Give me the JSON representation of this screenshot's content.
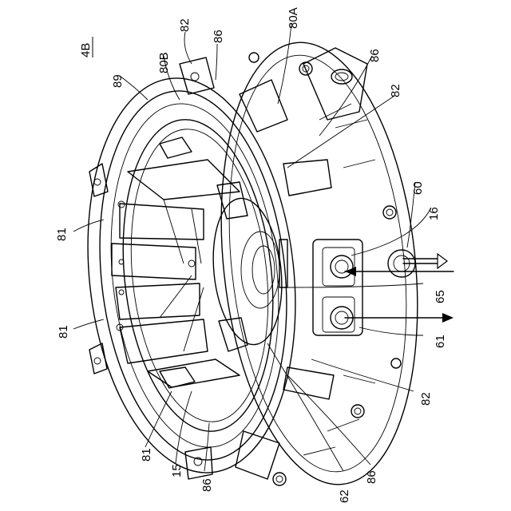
{
  "figure": {
    "id_label": "4B",
    "reference_numerals": {
      "n82_a": "82",
      "n86_a": "86",
      "n80A": "80A",
      "n80B": "80B",
      "n89": "89",
      "n86_b": "86",
      "n82_b": "82",
      "n60": "60",
      "n16": "16",
      "n81_a": "81",
      "n65": "65",
      "n81_b": "81",
      "n61": "61",
      "n82_c": "82",
      "n81_c": "81",
      "n15": "15",
      "n86_c": "86",
      "n62": "62",
      "n86_d": "86"
    }
  }
}
